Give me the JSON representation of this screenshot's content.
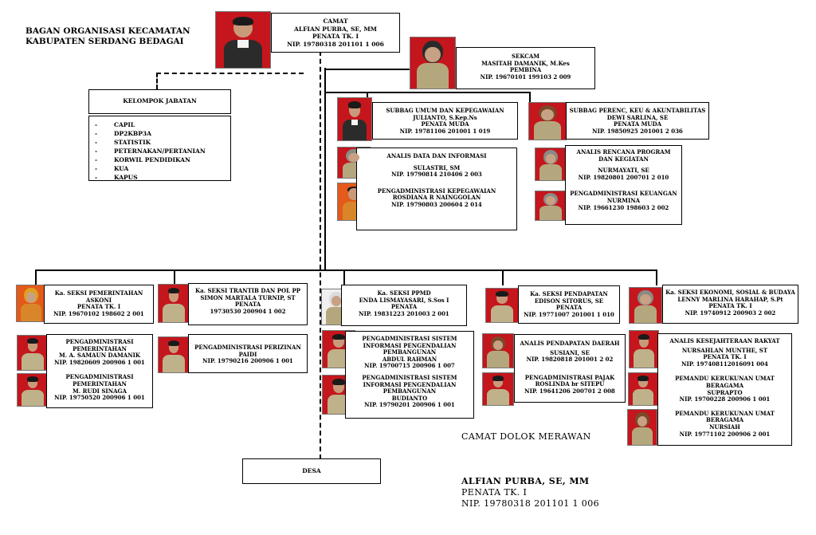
{
  "title": {
    "line1": "BAGAN ORGANISASI KECAMATAN",
    "line2": "KABUPATEN SERDANG BEDAGAI"
  },
  "camat": {
    "position": "CAMAT",
    "name": "ALFIAN PURBA, SE, MM",
    "rank": "PENATA TK. I",
    "nip": "NIP. 19780318 201101 1 006"
  },
  "sekcam": {
    "position": "SEKCAM",
    "name": "MASITAH DAMANIK, M.Kes",
    "rank": "PEMBINA",
    "nip": "NIP. 19670101 199103 2 009"
  },
  "kelompok_jabatan": {
    "heading": "KELOMPOK JABATAN",
    "dash": "-",
    "items": [
      "CAPIL",
      "DP2KBP3A",
      "STATISTIK",
      "PETERNAKAN/PERTANIAN",
      "KORWIL PENDIDIKAN",
      "KUA",
      "KAPUS"
    ]
  },
  "subbag_umum": {
    "position": "SUBBAG UMUM DAN KEPEGAWAIAN",
    "name": "JULIANTO, S.Kep.Ns",
    "nip": "NIP. 19781106 201001 1 019",
    "rank": "PENATA MUDA"
  },
  "subbag_umum_staff": {
    "s1_role": "ANALIS DATA DAN INFORMASI",
    "s1_name": "SULASTRI, SM",
    "s1_nip": "NIP. 19790814 210406 2 003",
    "s2_role": "PENGADMINISTRASI KEPEGAWAIAN",
    "s2_name": "ROSDIANA R NAINGGOLAN",
    "s2_nip": "NIP. 19790803 200604 2 014"
  },
  "subbag_perenc": {
    "position": "SUBBAG PERENC, KEU & AKUNTABILITAS",
    "name": "DEWI SARLINA, SE",
    "rank": "PENATA MUDA",
    "nip": "NIP. 19850925 201001 2 036"
  },
  "subbag_perenc_staff": {
    "s1_role": "ANALIS RENCANA PROGRAM",
    "s1_role2": "DAN KEGIATAN",
    "s1_name": "NURMAYATI, SE",
    "s1_nip": "NIP. 19820801 200701 2 010",
    "s2_role": "PENGADMINISTRASI KEUANGAN",
    "s2_name": "NURMINA",
    "s2_nip": "NIP. 19661230 198603 2 002"
  },
  "seksi_pemerintahan": {
    "position": "Ka. SEKSI PEMERINTAHAN",
    "name": "ASKONI",
    "rank": "PENATA TK. I",
    "nip": "NIP. 19670102 198602 2 001",
    "s1_role": "PENGADMINISTRASI",
    "s1_role2": "PEMERINTAHAN",
    "s1_name": "M. A. SAMAUN DAMANIK",
    "s1_nip": "NIP. 19820609 200906 1 001",
    "s2_role": "PENGADMINISTRASI",
    "s2_role2": "PEMERINTAHAN",
    "s2_name": "M. RUDI SINAGA",
    "s2_nip": "NIP. 19750520 200906 1 001"
  },
  "seksi_trantib": {
    "position": "Ka. SEKSI TRANTIB DAN POL PP",
    "name": "SIMON MARTALA TURNIP, ST",
    "rank": "PENATA",
    "nip": "19730530 200904 1 002",
    "s1_role": "PENGADMINISTRASI PERIZINAN",
    "s1_name": "PAIDI",
    "s1_nip": "NIP. 19790216 200906 1 001"
  },
  "seksi_ppmd": {
    "position": "Ka. SEKSI PPMD",
    "name": "ENDA LISMAYASARI, S.Sos I",
    "rank": "PENATA",
    "nip": "NIP. 19831223 201003 2 001",
    "s1_role": "PENGADMINISTRASI SISTEM",
    "s1_role2": "INFORMASI PENGENDALIAN",
    "s1_role3": "PEMBANGUNAN",
    "s1_name": "ABDUL RAHMAN",
    "s1_nip": "NIP. 19700715 200906 1 007",
    "s2_role": "PENGADMINISTRASI SISTEM",
    "s2_role2": "INFORMASI PENGENDALIAN",
    "s2_role3": "PEMBANGUNAN",
    "s2_name": "BUDIANTO",
    "s2_nip": "NIP. 19790201 200906 1 001"
  },
  "seksi_pendapatan": {
    "position": "Ka. SEKSI PENDAPATAN",
    "name": "EDISON SITORUS, SE",
    "rank": "PENATA",
    "nip": "NIP. 19771007 201001 1 010",
    "s1_role": "ANALIS PENDAPATAN DAERAH",
    "s1_name": "SUSIANI, SE",
    "s1_nip": "NIP.  19820818 201001 2 02",
    "s2_role": "PENGADMINISTRASI PAJAK",
    "s2_name": "ROSLINDA br SITEPU",
    "s2_nip": "NIP. 19641206 200701 2 008"
  },
  "seksi_ekonomi": {
    "position": "Ka. SEKSI EKONOMI, SOSIAL & BUDAYA",
    "name": "LENNY MARLINA HARAHAP, S.Pt",
    "rank": "PENATA  TK. I",
    "nip": "NIP. 19740912 200903 2 002",
    "s1_role": "ANALIS KESEJAHTERAAN RAKYAT",
    "s1_name": "NURSAHLAN MUNTHE, ST",
    "s1_rank": "PENATA TK. I",
    "s1_nip": "NIP. 197408112016091 004",
    "s2_role": "PEMANDU KERUKUNAN UMAT",
    "s2_role2": "BERAGAMA",
    "s2_name": "SUPRAPTO",
    "s2_nip": "NIP. 19700228 200906 1 001",
    "s3_role": "PEMANDU KERUKUNAN UMAT",
    "s3_role2": "BERAGAMA",
    "s3_name": "NURSIAH",
    "s3_nip": "NIP. 19771102 200906 2 001"
  },
  "desa": "DESA",
  "signature": {
    "place": "CAMAT DOLOK MERAWAN",
    "name": "ALFIAN PURBA, SE, MM",
    "rank": "PENATA TK. I",
    "nip": "NIP. 19780318 201101 1 006"
  }
}
